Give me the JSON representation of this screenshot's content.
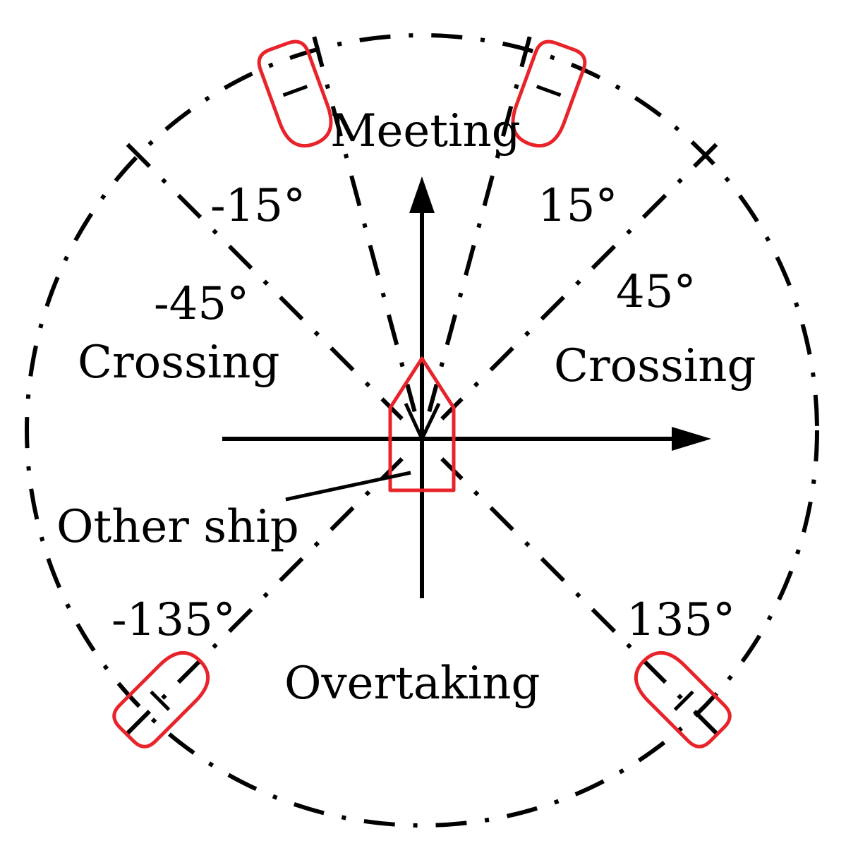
{
  "labels": {
    "meeting": "Meeting",
    "crossing_left": "Crossing",
    "crossing_right": "Crossing",
    "overtaking": "Overtaking",
    "other_ship": "Other ship",
    "angle_neg15": "-15°",
    "angle_15": "15°",
    "angle_neg45": "-45°",
    "angle_45": "45°",
    "angle_neg135": "-135°",
    "angle_135": "135°"
  },
  "colors": {
    "ship": "#e8232a",
    "line": "#000000",
    "background": "#ffffff"
  },
  "boundary_angles_deg": [
    -135,
    -45,
    -15,
    15,
    45,
    135
  ],
  "outer_ship_bearings_deg": [
    -20,
    20,
    -135,
    135
  ]
}
